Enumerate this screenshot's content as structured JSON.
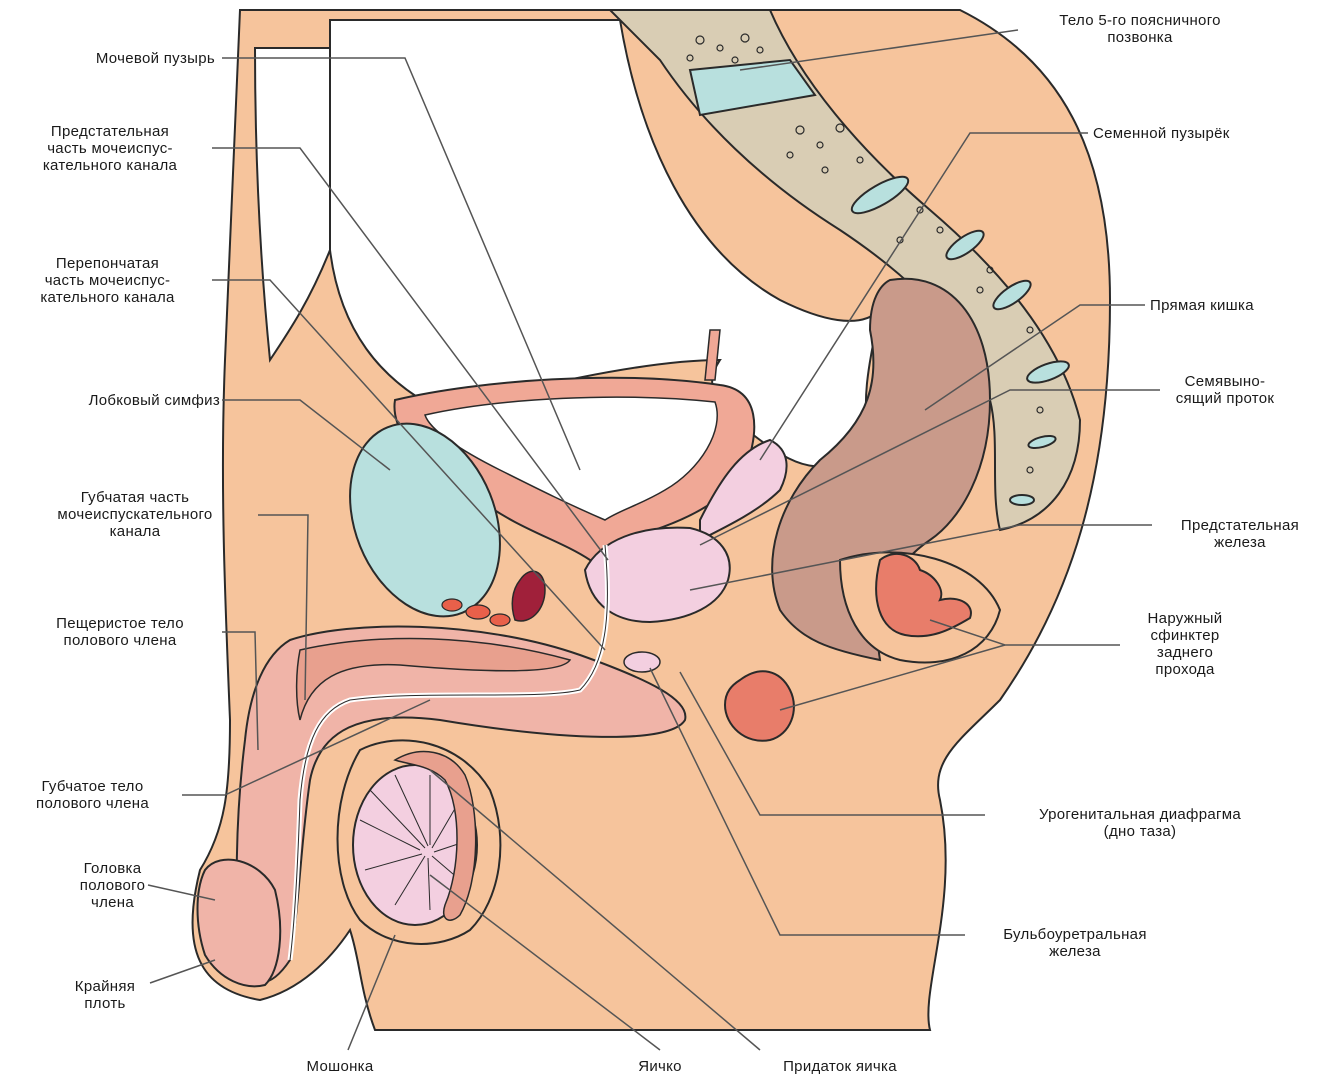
{
  "labels": {
    "l5_vertebra": "Тело 5-го поясничного\nпозвонка",
    "bladder": "Мочевой пузырь",
    "prostatic_urethra": "Предстательная\nчасть мочеиспус-\nкательного канала",
    "seminal_vesicle": "Семенной пузырёк",
    "membranous_urethra": "Перепончатая\nчасть мочеиспус-\nкательного канала",
    "rectum": "Прямая кишка",
    "pubic_symphysis": "Лобковый симфиз",
    "vas_deferens": "Семявыно-\nсящий проток",
    "spongy_urethra": "Губчатая часть\nмочеиспускательного\nканала",
    "prostate": "Предстательная\nжелеза",
    "corpus_cavernosum": "Пещеристое тело\nполового члена",
    "anal_sphincter": "Наружный\nсфинктер\nзаднего\nпрохода",
    "corpus_spongiosum": "Губчатое тело\nполового члена",
    "urogenital_diaphragm": "Урогенитальная диафрагма\n(дно таза)",
    "glans": "Головка\nполового\nчлена",
    "bulbourethral_gland": "Бульбоуретральная\nжелеза",
    "foreskin": "Крайняя\nплоть",
    "scrotum": "Мошонка",
    "testis": "Яичко",
    "epididymis": "Придаток яичка"
  },
  "colors": {
    "skin": "#f6c49c",
    "skin_dark": "#e8a77f",
    "outline": "#2a2a2a",
    "bone": "#d9cdb4",
    "cartilage": "#b8e0de",
    "bladder_wall": "#f0a896",
    "prostate": "#f3cfe0",
    "tissue_pink": "#f0b4a8",
    "rectum": "#c99a8a",
    "dark_red": "#a0203a",
    "leader": "#555555"
  }
}
